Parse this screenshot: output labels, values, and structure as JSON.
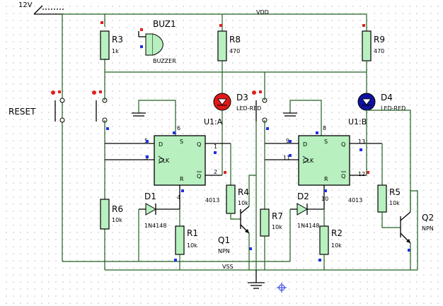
{
  "supply": {
    "label": "12V"
  },
  "nets": {
    "vdd": "VDD",
    "vss": "VSS"
  },
  "reset": {
    "label": "RESET"
  },
  "buzzer": {
    "ref": "BUZ1",
    "value": "BUZZER"
  },
  "r3": {
    "ref": "R3",
    "value": "1k"
  },
  "r8": {
    "ref": "R8",
    "value": "470"
  },
  "r9": {
    "ref": "R9",
    "value": "470"
  },
  "r4": {
    "ref": "R4",
    "value": "10k"
  },
  "r5": {
    "ref": "R5",
    "value": "10k"
  },
  "r6": {
    "ref": "R6",
    "value": "10k"
  },
  "r7": {
    "ref": "R7",
    "value": "10k"
  },
  "r1": {
    "ref": "R1",
    "value": "10k"
  },
  "r2": {
    "ref": "R2",
    "value": "10k"
  },
  "d3": {
    "ref": "D3",
    "value": "LED-RED",
    "color": "#e01818"
  },
  "d4": {
    "ref": "D4",
    "value": "LED-RED",
    "color": "#1010a0"
  },
  "d1": {
    "ref": "D1",
    "value": "1N4148"
  },
  "d2": {
    "ref": "D2",
    "value": "1N4148"
  },
  "q1": {
    "ref": "Q1",
    "value": "NPN"
  },
  "q2": {
    "ref": "Q2",
    "value": "NPN"
  },
  "u1a": {
    "ref": "U1:A",
    "part": "4013",
    "pins": {
      "d": "D",
      "s": "S",
      "q": "Q",
      "clk": "CLK",
      "r": "R",
      "qbar": "Q"
    },
    "pin_numbers": {
      "top": "6",
      "d": "5",
      "clk": "3",
      "q": "1",
      "qbar": "2",
      "bottom": "4"
    }
  },
  "u1b": {
    "ref": "U1:B",
    "part": "4013",
    "pins": {
      "d": "D",
      "s": "S",
      "q": "Q",
      "clk": "CLK",
      "r": "R",
      "qbar": "Q"
    },
    "pin_numbers": {
      "top": "8",
      "d": "9",
      "clk": "11",
      "q": "13",
      "qbar": "12",
      "bottom": "10"
    }
  }
}
